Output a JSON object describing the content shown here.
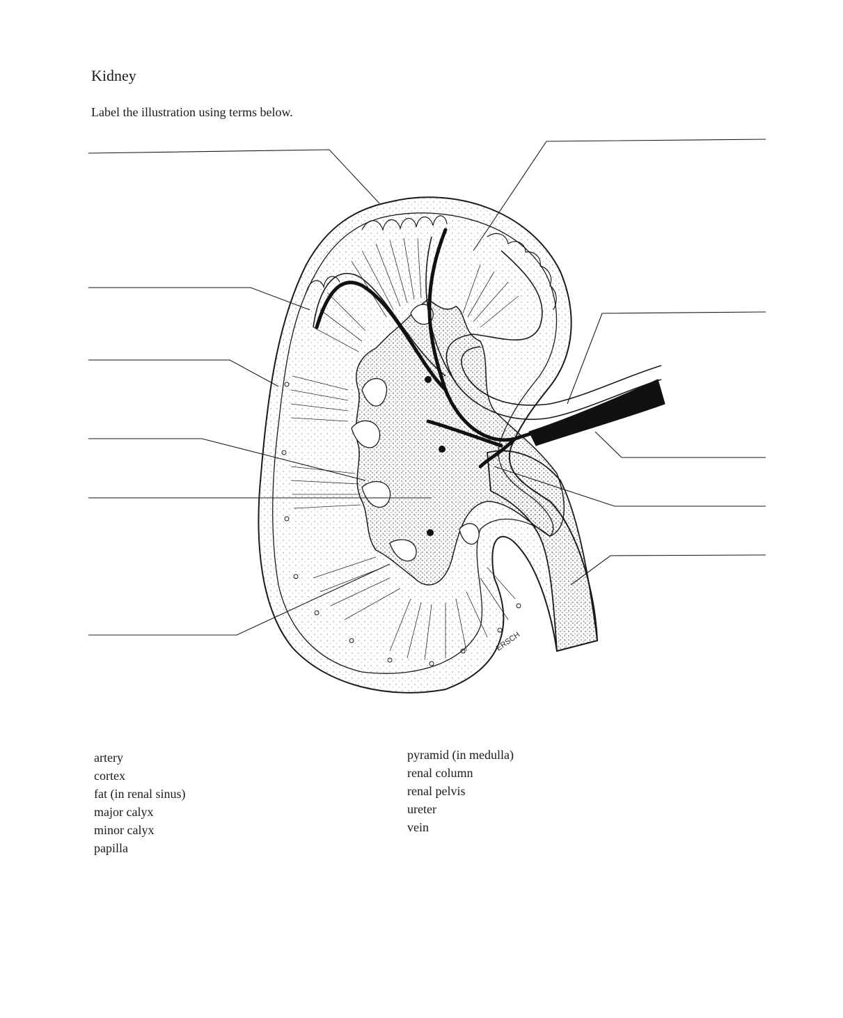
{
  "worksheet": {
    "title": "Kidney",
    "instruction": "Label the illustration using terms below."
  },
  "diagram": {
    "signature": "ERSCH"
  },
  "terms": {
    "left": [
      "artery",
      "cortex",
      "fat (in renal sinus)",
      "major calyx",
      "minor calyx",
      "papilla"
    ],
    "right": [
      "pyramid (in medulla)",
      "renal column",
      "renal pelvis",
      "ureter",
      "vein"
    ]
  }
}
